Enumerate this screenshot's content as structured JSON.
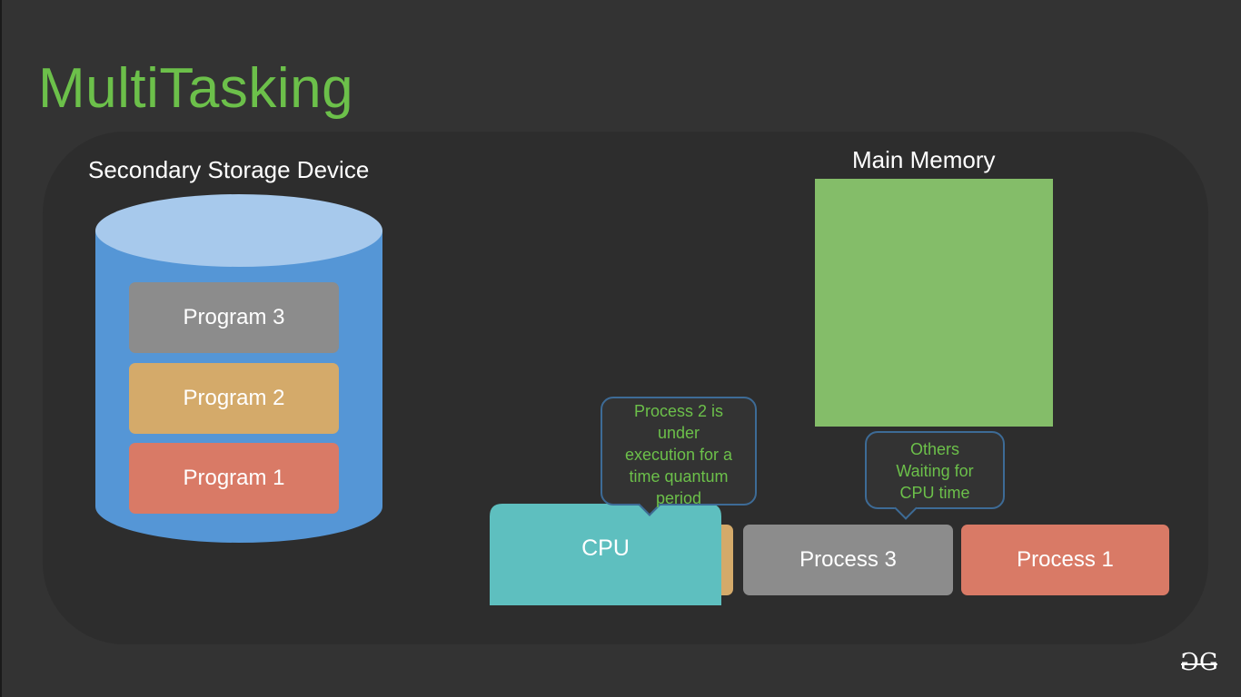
{
  "title": "MultiTasking",
  "storage": {
    "label": "Secondary Storage Device",
    "programs": [
      "Program 3",
      "Program 2",
      "Program 1"
    ]
  },
  "memory": {
    "label": "Main Memory"
  },
  "cpu": {
    "label": "CPU",
    "callout_lines": [
      "Process 2 is",
      "under",
      "execution for a",
      "time quantum",
      "period"
    ]
  },
  "waiting": {
    "callout_lines": [
      "Others",
      "Waiting for",
      "CPU time"
    ]
  },
  "processes": {
    "process_3": "Process 3",
    "process_1": "Process 1"
  },
  "colors": {
    "title": "#6cc04a",
    "cylinder_body": "#5596d6",
    "cylinder_top": "#a7c9ec",
    "program_3": "#8c8c8c",
    "program_2": "#d4aa6a",
    "program_1": "#d97a66",
    "main_memory": "#84bd69",
    "cpu": "#5ebfbf",
    "callout_border": "#3d6b96",
    "callout_text": "#6cc04a"
  },
  "logo": {
    "icon": "geeksforgeeks-logo-icon",
    "text": "GG"
  }
}
